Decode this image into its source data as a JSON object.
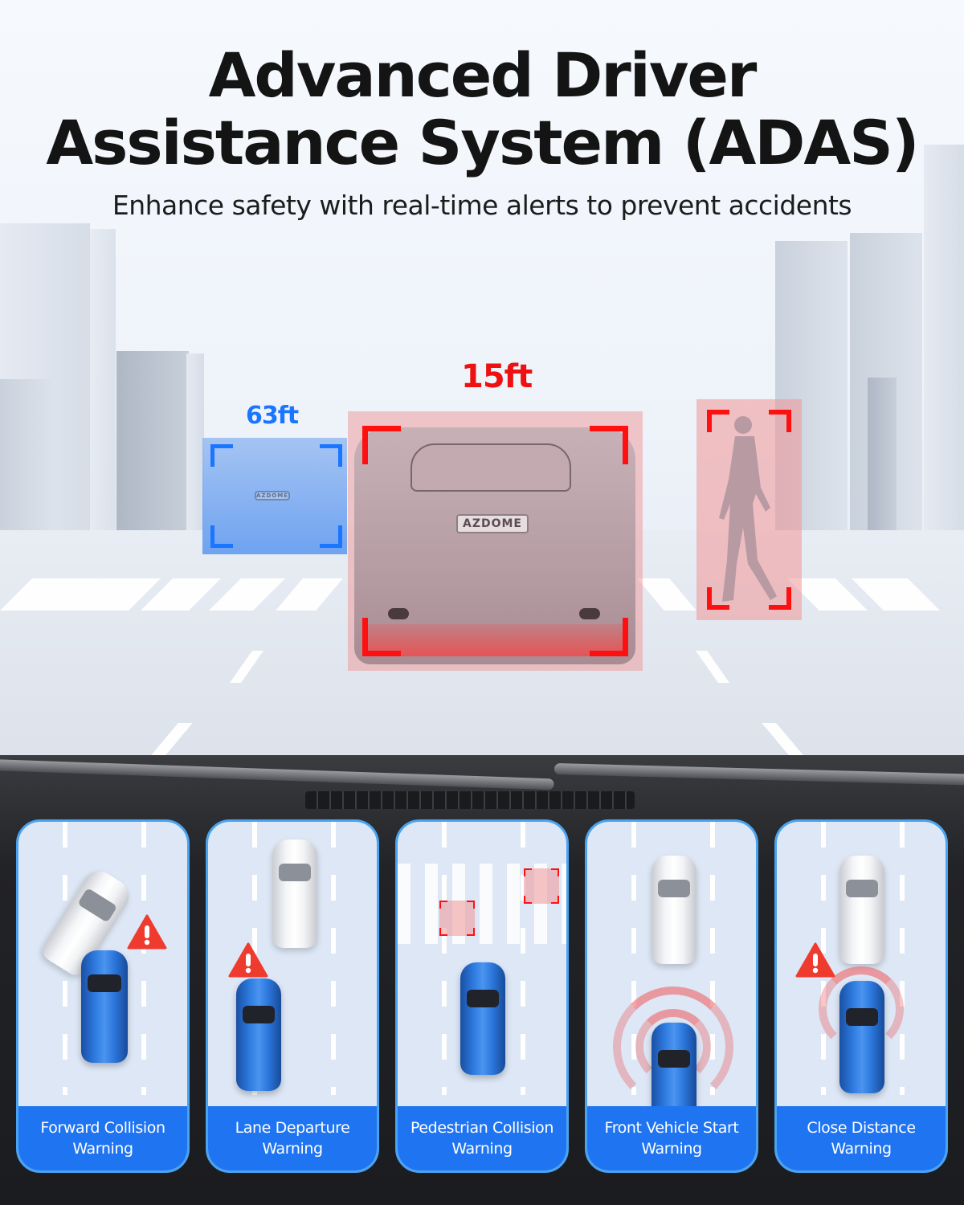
{
  "header": {
    "title_line1": "Advanced Driver",
    "title_line2": "Assistance System (ADAS)",
    "subtitle": "Enhance safety with real-time alerts to prevent accidents"
  },
  "scene": {
    "far_vehicle": {
      "distance": "63ft",
      "color": "#1a75ff",
      "plate": "AZDOME"
    },
    "near_vehicle": {
      "distance": "15ft",
      "color": "#ff1010",
      "plate": "AZDOME"
    },
    "pedestrian": {
      "highlight_color": "#ff1010"
    }
  },
  "features": [
    {
      "line1": "Forward Collision",
      "line2": "Warning",
      "icon": "warning-triangle-icon"
    },
    {
      "line1": "Lane Departure",
      "line2": "Warning",
      "icon": "warning-triangle-icon"
    },
    {
      "line1": "Pedestrian Collision",
      "line2": "Warning",
      "icon": "pedestrian-detect-icon"
    },
    {
      "line1": "Front Vehicle Start",
      "line2": "Warning",
      "icon": "signal-arc-icon"
    },
    {
      "line1": "Close Distance",
      "line2": "Warning",
      "icon": "warning-triangle-icon"
    }
  ],
  "colors": {
    "accent_blue": "#1f74f2",
    "alert_red": "#ef3b2d",
    "card_bg": "#dde7f5",
    "card_border": "#4aa3f0"
  }
}
